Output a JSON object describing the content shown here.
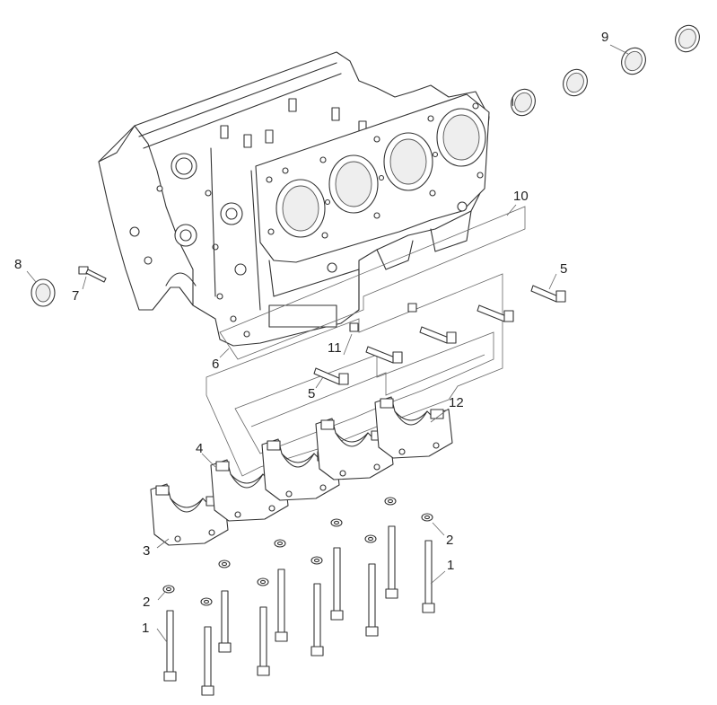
{
  "callouts": [
    {
      "id": "c1a",
      "text": "1"
    },
    {
      "id": "c1b",
      "text": "1"
    },
    {
      "id": "c2a",
      "text": "2"
    },
    {
      "id": "c2b",
      "text": "2"
    },
    {
      "id": "c3",
      "text": "3"
    },
    {
      "id": "c4",
      "text": "4"
    },
    {
      "id": "c5a",
      "text": "5"
    },
    {
      "id": "c5b",
      "text": "5"
    },
    {
      "id": "c6",
      "text": "6"
    },
    {
      "id": "c7",
      "text": "7"
    },
    {
      "id": "c8",
      "text": "8"
    },
    {
      "id": "c9",
      "text": "9"
    },
    {
      "id": "c10",
      "text": "10"
    },
    {
      "id": "c11",
      "text": "11"
    },
    {
      "id": "c12",
      "text": "12"
    }
  ]
}
